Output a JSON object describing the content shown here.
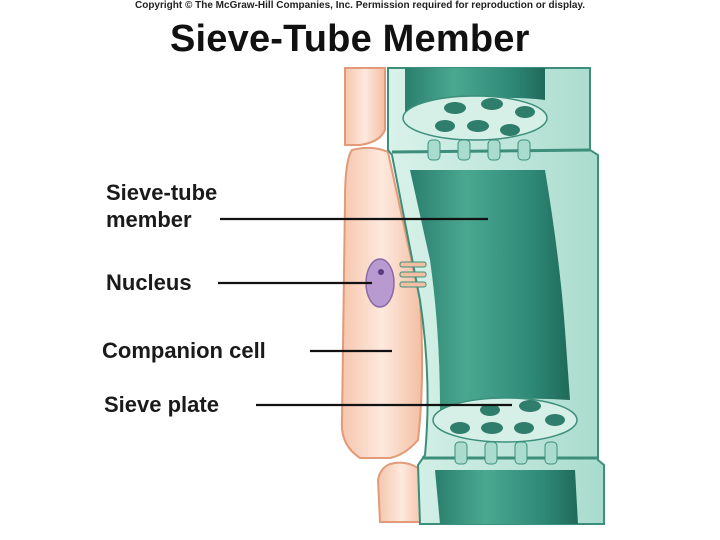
{
  "copyright": "Copyright © The McGraw-Hill Companies, Inc. Permission required for reproduction or display.",
  "title": "Sieve-Tube Member",
  "labels": {
    "sieve_tube_member_line1": "Sieve-tube",
    "sieve_tube_member_line2": "member",
    "nucleus": "Nucleus",
    "companion_cell": "Companion cell",
    "sieve_plate": "Sieve plate"
  },
  "colors": {
    "tube_dark": "#2f8a78",
    "tube_light": "#bfe6da",
    "tube_mid": "#6fbfa8",
    "companion_fill": "#fbe3d6",
    "companion_edge": "#e8a080",
    "nucleus": "#b89ad0"
  }
}
